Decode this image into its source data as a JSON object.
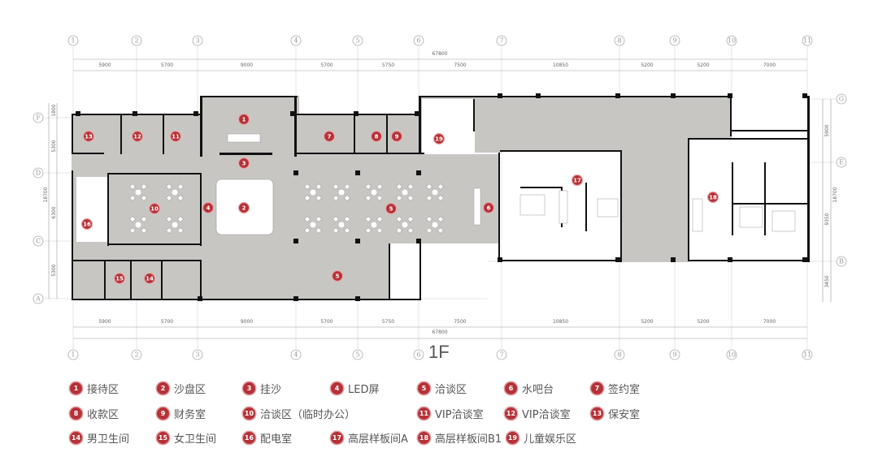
{
  "floor_label": "1F",
  "axes": {
    "columns": [
      "1",
      "2",
      "3",
      "4",
      "5",
      "6",
      "7",
      "8",
      "9",
      "10",
      "11"
    ],
    "rows_left": [
      "F",
      "D",
      "C",
      "A"
    ],
    "rows_right": [
      "G",
      "E",
      "B"
    ]
  },
  "dimensions": {
    "overall": "67800",
    "segments": [
      "5900",
      "5700",
      "9000",
      "5700",
      "5750",
      "7500",
      "10850",
      "5200",
      "5200",
      "7000"
    ],
    "left_overall": "18700",
    "left_segments": [
      "1800",
      "5300",
      "6300",
      "5300"
    ],
    "right_overall": "18700",
    "right_segments": [
      "5900",
      "9350",
      "3450"
    ]
  },
  "markers": [
    "1",
    "2",
    "3",
    "4",
    "5",
    "5",
    "6",
    "7",
    "8",
    "9",
    "10",
    "11",
    "12",
    "13",
    "14",
    "15",
    "16",
    "17",
    "18",
    "19"
  ],
  "legend": [
    {
      "num": "1",
      "label": "接待区"
    },
    {
      "num": "2",
      "label": "沙盘区"
    },
    {
      "num": "3",
      "label": "挂沙"
    },
    {
      "num": "4",
      "label": "LED屏"
    },
    {
      "num": "5",
      "label": "洽谈区"
    },
    {
      "num": "6",
      "label": "水吧台"
    },
    {
      "num": "7",
      "label": "签约室"
    },
    {
      "num": "8",
      "label": "收款区"
    },
    {
      "num": "9",
      "label": "财务室"
    },
    {
      "num": "10",
      "label": "洽谈区（临时办公）"
    },
    {
      "num": "11",
      "label": "VIP洽谈室"
    },
    {
      "num": "12",
      "label": "VIP洽谈室"
    },
    {
      "num": "13",
      "label": "保安室"
    },
    {
      "num": "14",
      "label": "男卫生间"
    },
    {
      "num": "15",
      "label": "女卫生间"
    },
    {
      "num": "16",
      "label": "配电室"
    },
    {
      "num": "17",
      "label": "高层样板间A"
    },
    {
      "num": "18",
      "label": "高层样板间B1"
    },
    {
      "num": "19",
      "label": "儿童娱乐区"
    }
  ],
  "colors": {
    "marker": "#b53238",
    "floor": "#c8c6c3",
    "text": "#555555"
  }
}
